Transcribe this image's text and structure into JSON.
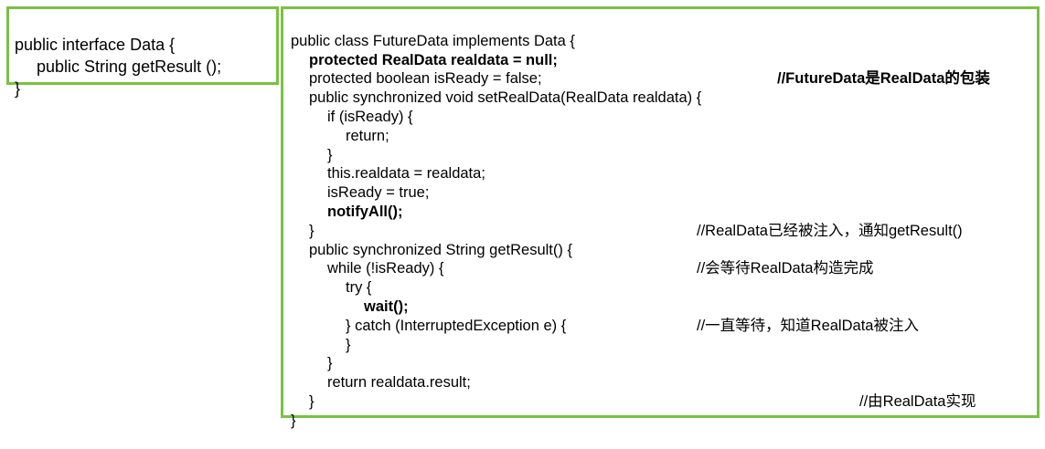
{
  "interface_panel": {
    "lines": [
      "public interface Data {",
      "public String getResult ();",
      "}"
    ]
  },
  "class_panel": {
    "lines": [
      {
        "code": "public class FutureData implements Data {",
        "comment": ""
      },
      {
        "code": "protected RealData realdata = null;",
        "comment": "//FutureData是RealData的包装"
      },
      {
        "code": "protected boolean isReady = false;",
        "comment": ""
      },
      {
        "code": "public synchronized void setRealData(RealData realdata) {",
        "comment": ""
      },
      {
        "code": "if (isReady) {",
        "comment": ""
      },
      {
        "code": "return;",
        "comment": ""
      },
      {
        "code": "}",
        "comment": ""
      },
      {
        "code": "this.realdata = realdata;",
        "comment": ""
      },
      {
        "code": "isReady = true;",
        "comment": ""
      },
      {
        "code": "notifyAll();",
        "comment": "//RealData已经被注入，通知getResult()"
      },
      {
        "code": "}",
        "comment": ""
      },
      {
        "code": "public synchronized String getResult() {",
        "comment": "//会等待RealData构造完成"
      },
      {
        "code": "while (!isReady) {",
        "comment": ""
      },
      {
        "code": "try {",
        "comment": ""
      },
      {
        "code": "wait();",
        "comment": "//一直等待，知道RealData被注入"
      },
      {
        "code": "} catch (InterruptedException e) {",
        "comment": ""
      },
      {
        "code": "}",
        "comment": ""
      },
      {
        "code": "}",
        "comment": ""
      },
      {
        "code": "return realdata.result;",
        "comment": "//由RealData实现"
      },
      {
        "code": "}",
        "comment": ""
      },
      {
        "code": "}",
        "comment": ""
      }
    ]
  },
  "colors": {
    "border": "#7ac143",
    "text": "#000000"
  }
}
